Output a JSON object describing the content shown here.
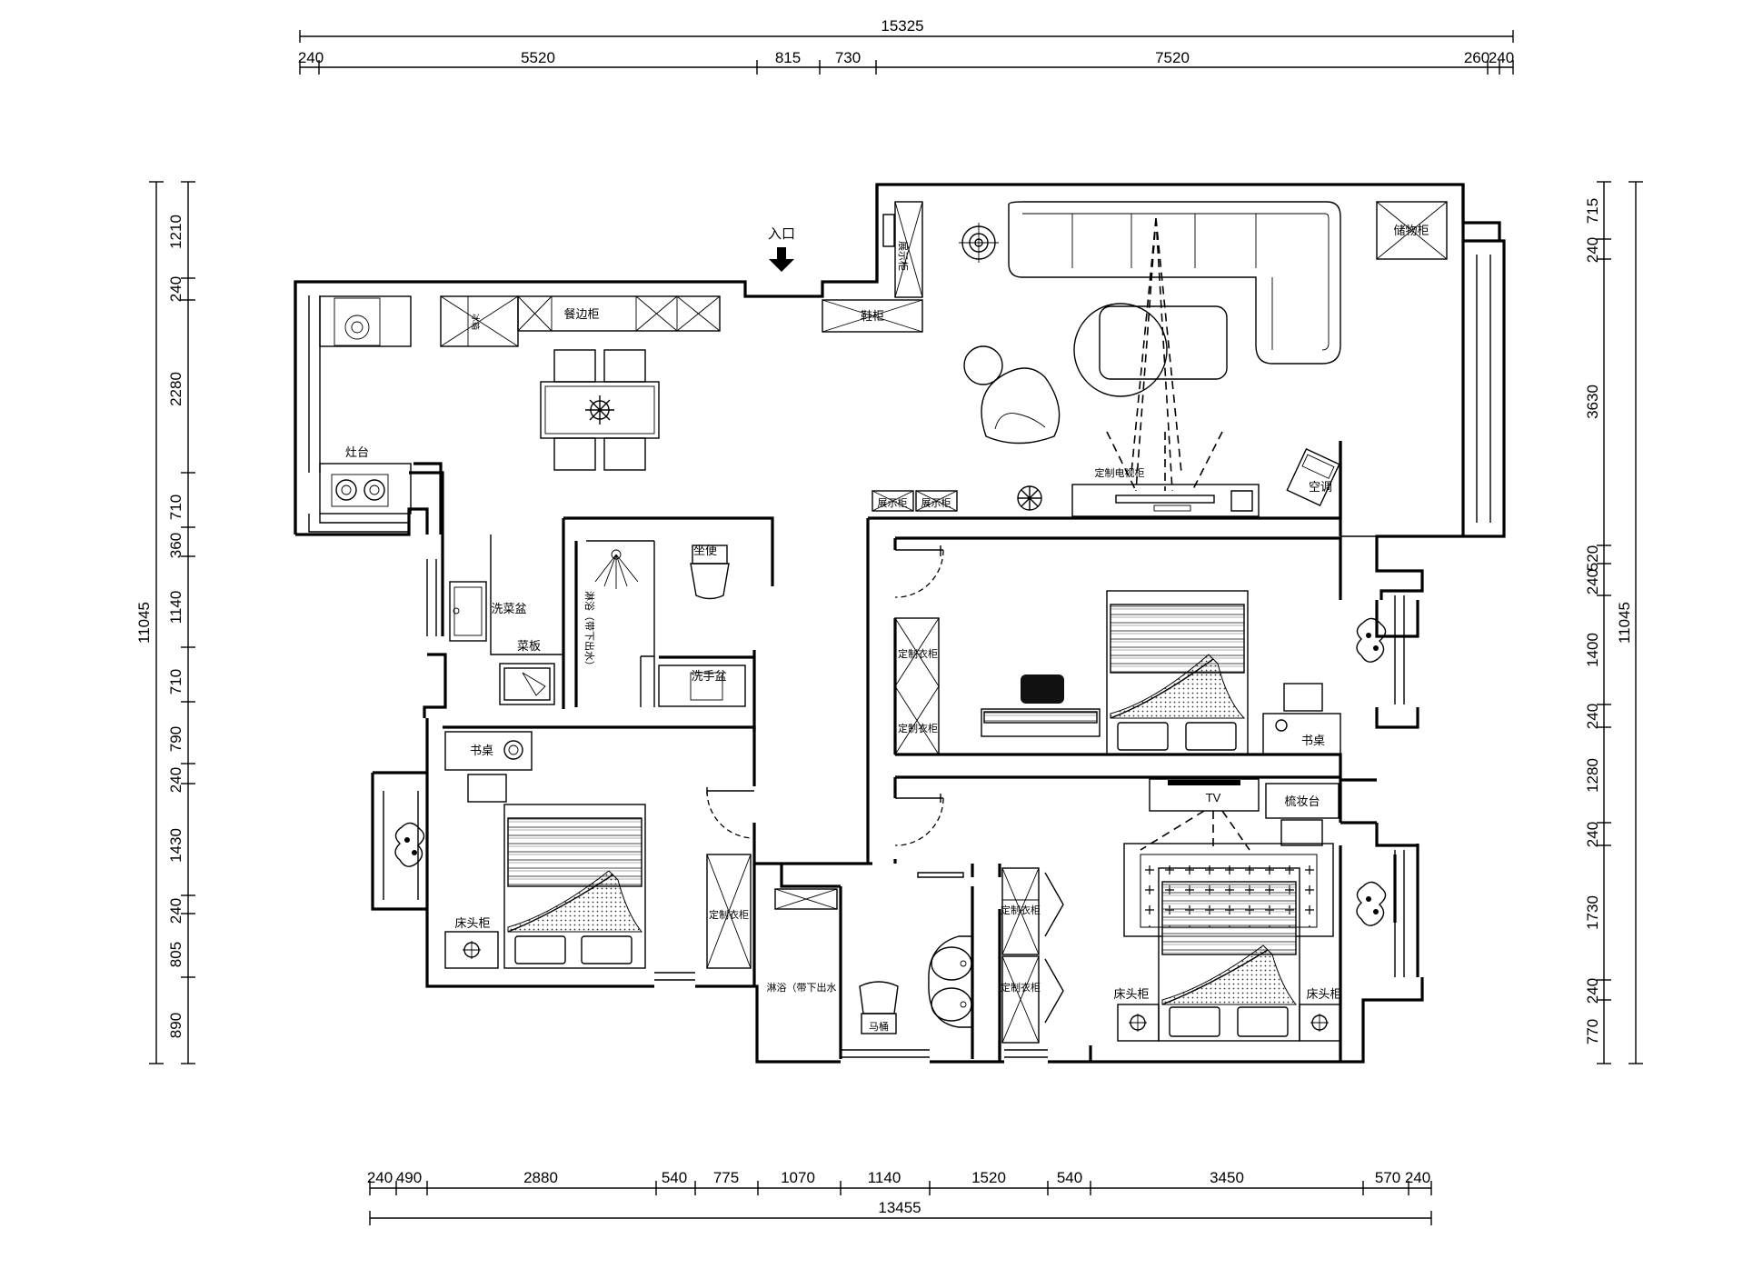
{
  "dimensions": {
    "top_total": "15325",
    "top": [
      "240",
      "5520",
      "815",
      "730",
      "7520",
      "260",
      "240"
    ],
    "bottom": [
      "240",
      "490",
      "2880",
      "540",
      "775",
      "1070",
      "1140",
      "1520",
      "540",
      "3450",
      "570",
      "240"
    ],
    "bottom_total": "13455",
    "left": [
      "1210",
      "240",
      "2280",
      "710",
      "360",
      "1140",
      "710",
      "790",
      "240",
      "1430",
      "240",
      "805",
      "890"
    ],
    "left_total": "11045",
    "right": [
      "715",
      "240",
      "3630",
      "240",
      "520",
      "1400",
      "240",
      "1280",
      "240",
      "1730",
      "240",
      "770"
    ],
    "right_total": "11045"
  },
  "labels": {
    "entrance": "入口",
    "sideboard": "餐边柜",
    "fridge": "冰箱",
    "shoe_cabinet": "鞋柜",
    "display_cabinet": "展示柜",
    "storage_cabinet": "储物柜",
    "stove": "灶台",
    "custom_tv_cabinet": "定制电视柜",
    "air_conditioner": "空调",
    "display_cabinet_a": "展示柜",
    "display_cabinet_b": "展示柜",
    "veg_sink": "洗菜盆",
    "chopping_board": "菜板",
    "shower": "淋浴（带下出水）",
    "toilet": "坐便",
    "washbasin": "洗手盆",
    "wardrobe_1": "定制衣柜",
    "wardrobe_2": "定制衣柜",
    "desk_1": "书桌",
    "desk_2": "书桌",
    "nightstand_1": "床头柜",
    "wardrobe_3": "定制衣柜",
    "tv": "TV",
    "dresser": "梳妆台",
    "shower_2": "淋浴（带下出水",
    "toilet_2": "马桶",
    "wardrobe_4": "定制衣柜",
    "wardrobe_5": "定制衣柜",
    "nightstand_2": "床头柜",
    "nightstand_3": "床头柜"
  }
}
